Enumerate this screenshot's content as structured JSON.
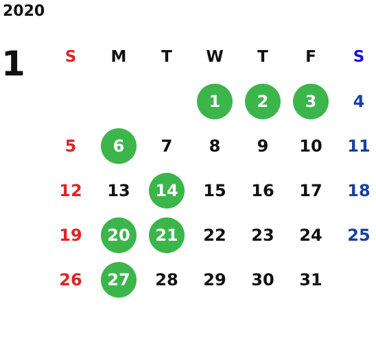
{
  "calendar": {
    "year": "2020",
    "month": "1",
    "marked_color": "#3cb54a",
    "sunday_color": "#e02424",
    "saturday_color": "#1a3fa0",
    "weekdays": [
      "S",
      "M",
      "T",
      "W",
      "T",
      "F",
      "S"
    ],
    "first_weekday_index": 3,
    "days": [
      {
        "day": "1",
        "marked": true
      },
      {
        "day": "2",
        "marked": true
      },
      {
        "day": "3",
        "marked": true
      },
      {
        "day": "4",
        "marked": false
      },
      {
        "day": "5",
        "marked": false
      },
      {
        "day": "6",
        "marked": true
      },
      {
        "day": "7",
        "marked": false
      },
      {
        "day": "8",
        "marked": false
      },
      {
        "day": "9",
        "marked": false
      },
      {
        "day": "10",
        "marked": false
      },
      {
        "day": "11",
        "marked": false
      },
      {
        "day": "12",
        "marked": false
      },
      {
        "day": "13",
        "marked": false
      },
      {
        "day": "14",
        "marked": true
      },
      {
        "day": "15",
        "marked": false
      },
      {
        "day": "16",
        "marked": false
      },
      {
        "day": "17",
        "marked": false
      },
      {
        "day": "18",
        "marked": false
      },
      {
        "day": "19",
        "marked": false
      },
      {
        "day": "20",
        "marked": true
      },
      {
        "day": "21",
        "marked": true
      },
      {
        "day": "22",
        "marked": false
      },
      {
        "day": "23",
        "marked": false
      },
      {
        "day": "24",
        "marked": false
      },
      {
        "day": "25",
        "marked": false
      },
      {
        "day": "26",
        "marked": false
      },
      {
        "day": "27",
        "marked": true
      },
      {
        "day": "28",
        "marked": false
      },
      {
        "day": "29",
        "marked": false
      },
      {
        "day": "30",
        "marked": false
      },
      {
        "day": "31",
        "marked": false
      }
    ]
  }
}
